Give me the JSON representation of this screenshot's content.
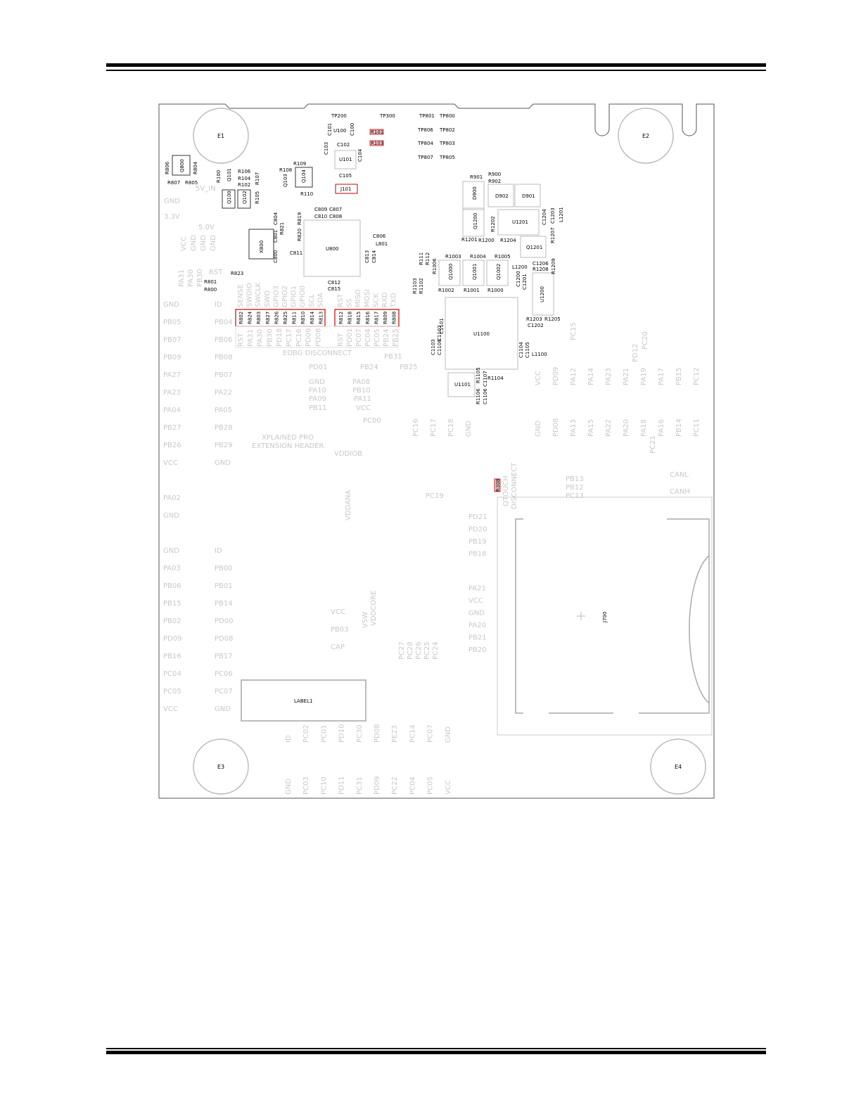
{
  "page": {
    "header_rule": true,
    "footer_rule": true
  },
  "mounting_holes": [
    {
      "id": "E1"
    },
    {
      "id": "E2"
    },
    {
      "id": "E3"
    },
    {
      "id": "E4"
    }
  ],
  "test_points": [
    "TP200",
    "TP300",
    "TP801",
    "TP800",
    "TP806",
    "TP802",
    "TP804",
    "TP803",
    "TP807",
    "TP805"
  ],
  "components": {
    "u100": "U100",
    "u101": "U101",
    "u800": "U800",
    "u900": "U1100",
    "u1101": "U1101",
    "u1201": "U1201",
    "u1200": "U1200",
    "q1201": "Q1201",
    "d900": "D900",
    "d902": "D902",
    "d901": "D901",
    "q1200": "Q1200",
    "q1000": "Q1000",
    "q1001": "Q1001",
    "q1002": "Q1002",
    "q800": "Q800",
    "q101": "Q101",
    "q100": "Q100",
    "q102": "Q102",
    "q103": "Q103",
    "q104": "Q104",
    "j101": "J101",
    "j700": "J700",
    "label1": "LABEL1",
    "x800": "X800"
  },
  "small_refs": [
    "C101",
    "C100",
    "R101",
    "R103",
    "C102",
    "C103",
    "C104",
    "C105",
    "R109",
    "R108",
    "R110",
    "R806",
    "R804",
    "R807",
    "R805",
    "R100",
    "R106",
    "R104",
    "R102",
    "R107",
    "R105",
    "C809",
    "C807",
    "C810",
    "C808",
    "C806",
    "L801",
    "C811",
    "C813",
    "C814",
    "C812",
    "C815",
    "R820",
    "R819",
    "R821",
    "C804",
    "C801",
    "C800",
    "R823",
    "R801",
    "R800",
    "R901",
    "R900",
    "R902",
    "R1202",
    "R1201",
    "R1200",
    "R1204",
    "C1204",
    "C1203",
    "L1201",
    "R1207",
    "R1003",
    "R1004",
    "R1005",
    "R1006",
    "R111",
    "R112",
    "R1002",
    "R1001",
    "R1000",
    "R1103",
    "R1102",
    "L1200",
    "C1200",
    "C1201",
    "C1206",
    "R1208",
    "R1209",
    "R1203",
    "R1205",
    "C1202",
    "C1103",
    "C1102",
    "C1100",
    "C1101",
    "C1104",
    "C1105",
    "L1100",
    "R1104",
    "R1106",
    "R1105",
    "C1106",
    "C1107"
  ],
  "resistor_bank_1": [
    "R802",
    "R824",
    "R803",
    "R827",
    "R826",
    "R825",
    "R811",
    "R810",
    "R814",
    "R813"
  ],
  "resistor_bank_2": [
    "R812",
    "R818",
    "R815",
    "R816",
    "R817",
    "R809",
    "R808"
  ],
  "edbg_top_labels_1": [
    "SENSE",
    "SWDIO",
    "SWCLK",
    "SWO",
    "GPIO3",
    "GPIO2",
    "GPIO1",
    "GPIO0",
    "SCL",
    "SDA"
  ],
  "edbg_top_labels_2": [
    "RST",
    "SS",
    "MISO",
    "MOSI",
    "SCK",
    "RXD",
    "TXD"
  ],
  "edbg_bottom_labels_1": [
    "RST",
    "PA31",
    "PA30",
    "PB30",
    "PD18",
    "PC17",
    "PC16",
    "PD09",
    "PD08"
  ],
  "edbg_bottom_labels_2": [
    "RST",
    "PD01",
    "PC07",
    "PC04",
    "PC05",
    "PB24",
    "PB25"
  ],
  "edbg_caption": "EDBG DISCONNECT",
  "silk_labels": {
    "v5in": "5V_IN",
    "gnd": "GND",
    "v33": "3.3V",
    "v50": "5.0V",
    "rst": "RST",
    "pb31": "PB31",
    "pd01": "PD01",
    "pb24": "PB24",
    "pb25": "PB25",
    "pc00": "PC00",
    "vddiob": "VDDIOB",
    "vddana": "VDDANA",
    "pc19": "PC19",
    "qtouch1": "QTOUCH",
    "qtouch2": "DISCONNECT",
    "canl": "CANL",
    "canh": "CANH",
    "r308": "R308",
    "vcc": "VCC",
    "pb03": "PB03",
    "cap": "CAP",
    "vsw": "VSW",
    "vddcore": "VDDCORE",
    "xpro1": "XPLAINED PRO",
    "xpro2": "EXTENSION HEADER"
  },
  "vertical_power_labels": [
    "VCC",
    "GND",
    "GND",
    "GND"
  ],
  "vertical_misc_labels": [
    "PA31",
    "PA30",
    "PB30"
  ],
  "header_left_col_a": [
    "GND",
    "PB05",
    "PB07",
    "PB09",
    "PA27",
    "PA23",
    "PA04",
    "PB27",
    "PB26",
    "VCC",
    "",
    "PA02",
    "GND",
    "",
    "GND",
    "PA03",
    "PB06",
    "PB15",
    "PB02",
    "PD09",
    "PB16",
    "PC04",
    "PC05",
    "VCC"
  ],
  "header_left_col_b": [
    "ID",
    "PB04",
    "PB06",
    "PB08",
    "PB07",
    "PA22",
    "PA05",
    "PB28",
    "PB29",
    "GND",
    "",
    "",
    "",
    "",
    "ID",
    "PB00",
    "PB01",
    "PB14",
    "PD00",
    "PD08",
    "PB17",
    "PC06",
    "PC07",
    "GND"
  ],
  "mid_labels": [
    "GND",
    "PA08",
    "PA10",
    "PB10",
    "PA09",
    "PA11",
    "PB11",
    "VCC"
  ],
  "bottom_row_a": [
    "ID",
    "PC02",
    "PC01",
    "PD10",
    "PC30",
    "PD08",
    "PE23",
    "PC14",
    "PC07",
    "GND"
  ],
  "bottom_row_b": [
    "GND",
    "PC03",
    "PC10",
    "PD11",
    "PC31",
    "PD09",
    "PC22",
    "PC04",
    "PC05",
    "VCC"
  ],
  "right_top_row_a": [
    "PC15",
    "",
    "",
    "",
    "",
    "PD12",
    "PC20"
  ],
  "right_vertical_a": [
    "VCC",
    "PD09",
    "PA12",
    "PA14",
    "PA23",
    "PA21",
    "PA19",
    "PA17",
    "PB15",
    "PC12"
  ],
  "right_vertical_b": [
    "GND",
    "PD08",
    "PA13",
    "PA15",
    "PA22",
    "PA20",
    "PA18",
    "PA16",
    "PB14",
    "PC11"
  ],
  "right_extra": [
    "PC21"
  ],
  "mid_vertical": [
    "PC16",
    "PC17",
    "PC18",
    "GND"
  ],
  "pb_group": [
    "PB13",
    "PB12",
    "PC13"
  ],
  "sd_side_labels": [
    "PD21",
    "PD20",
    "PB19",
    "PB18",
    "",
    "PA21",
    "VCC",
    "GND",
    "PA20",
    "PB21",
    "PB20"
  ],
  "pc_vertical": [
    "PC27",
    "PC28",
    "PC26",
    "PC25",
    "PC24"
  ]
}
